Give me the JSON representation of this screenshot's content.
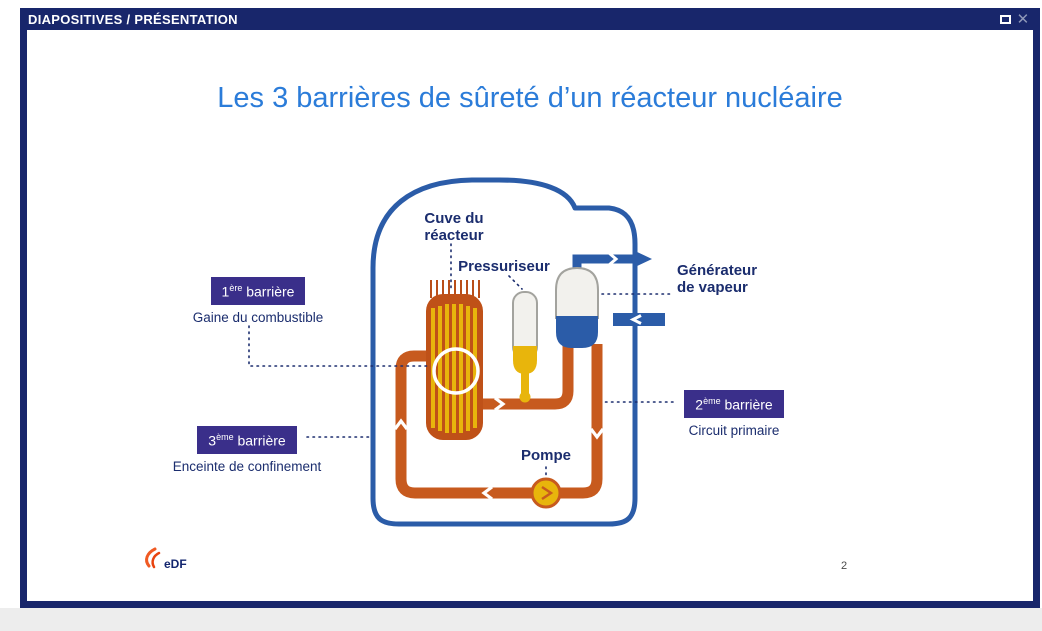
{
  "window": {
    "title": "DIAPOSITIVES / PRÉSENTATION",
    "close_glyph": "✕"
  },
  "slide": {
    "title": "Les 3 barrières de sûreté d’un réacteur nucléaire",
    "page_number": "2",
    "logo_text": "eDF",
    "labels": {
      "cuve_line1": "Cuve du",
      "cuve_line2": "réacteur",
      "pressuriseur": "Pressuriseur",
      "generateur_line1": "Générateur",
      "generateur_line2": "de vapeur",
      "pompe": "Pompe"
    },
    "barriers": [
      {
        "num": "1",
        "sup": "ère",
        "rest": " barrière",
        "caption": "Gaine du combustible"
      },
      {
        "num": "2",
        "sup": "ème",
        "rest": " barrière",
        "caption": "Circuit primaire"
      },
      {
        "num": "3",
        "sup": "ème",
        "rest": " barrière",
        "caption": "Enceinte de confinement"
      }
    ],
    "colors": {
      "title_blue": "#2b7cd9",
      "label_navy": "#1b2d6e",
      "badge_purple": "#3a2f8a",
      "pipe_orange": "#c75a1e",
      "accent_yellow": "#e8b50c",
      "circuit_blue": "#2b5ca8",
      "frame_navy": "#18266b",
      "logo_orange": "#f05a23"
    }
  }
}
